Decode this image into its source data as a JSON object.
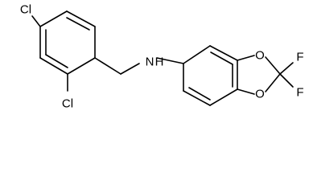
{
  "molecule": {
    "atoms": {
      "cl_top": "Cl",
      "cl_mid": "Cl",
      "nh": "N",
      "nh_h": "H",
      "o_upper": "O",
      "o_lower": "O",
      "f_upper": "F",
      "f_lower": "F"
    }
  }
}
